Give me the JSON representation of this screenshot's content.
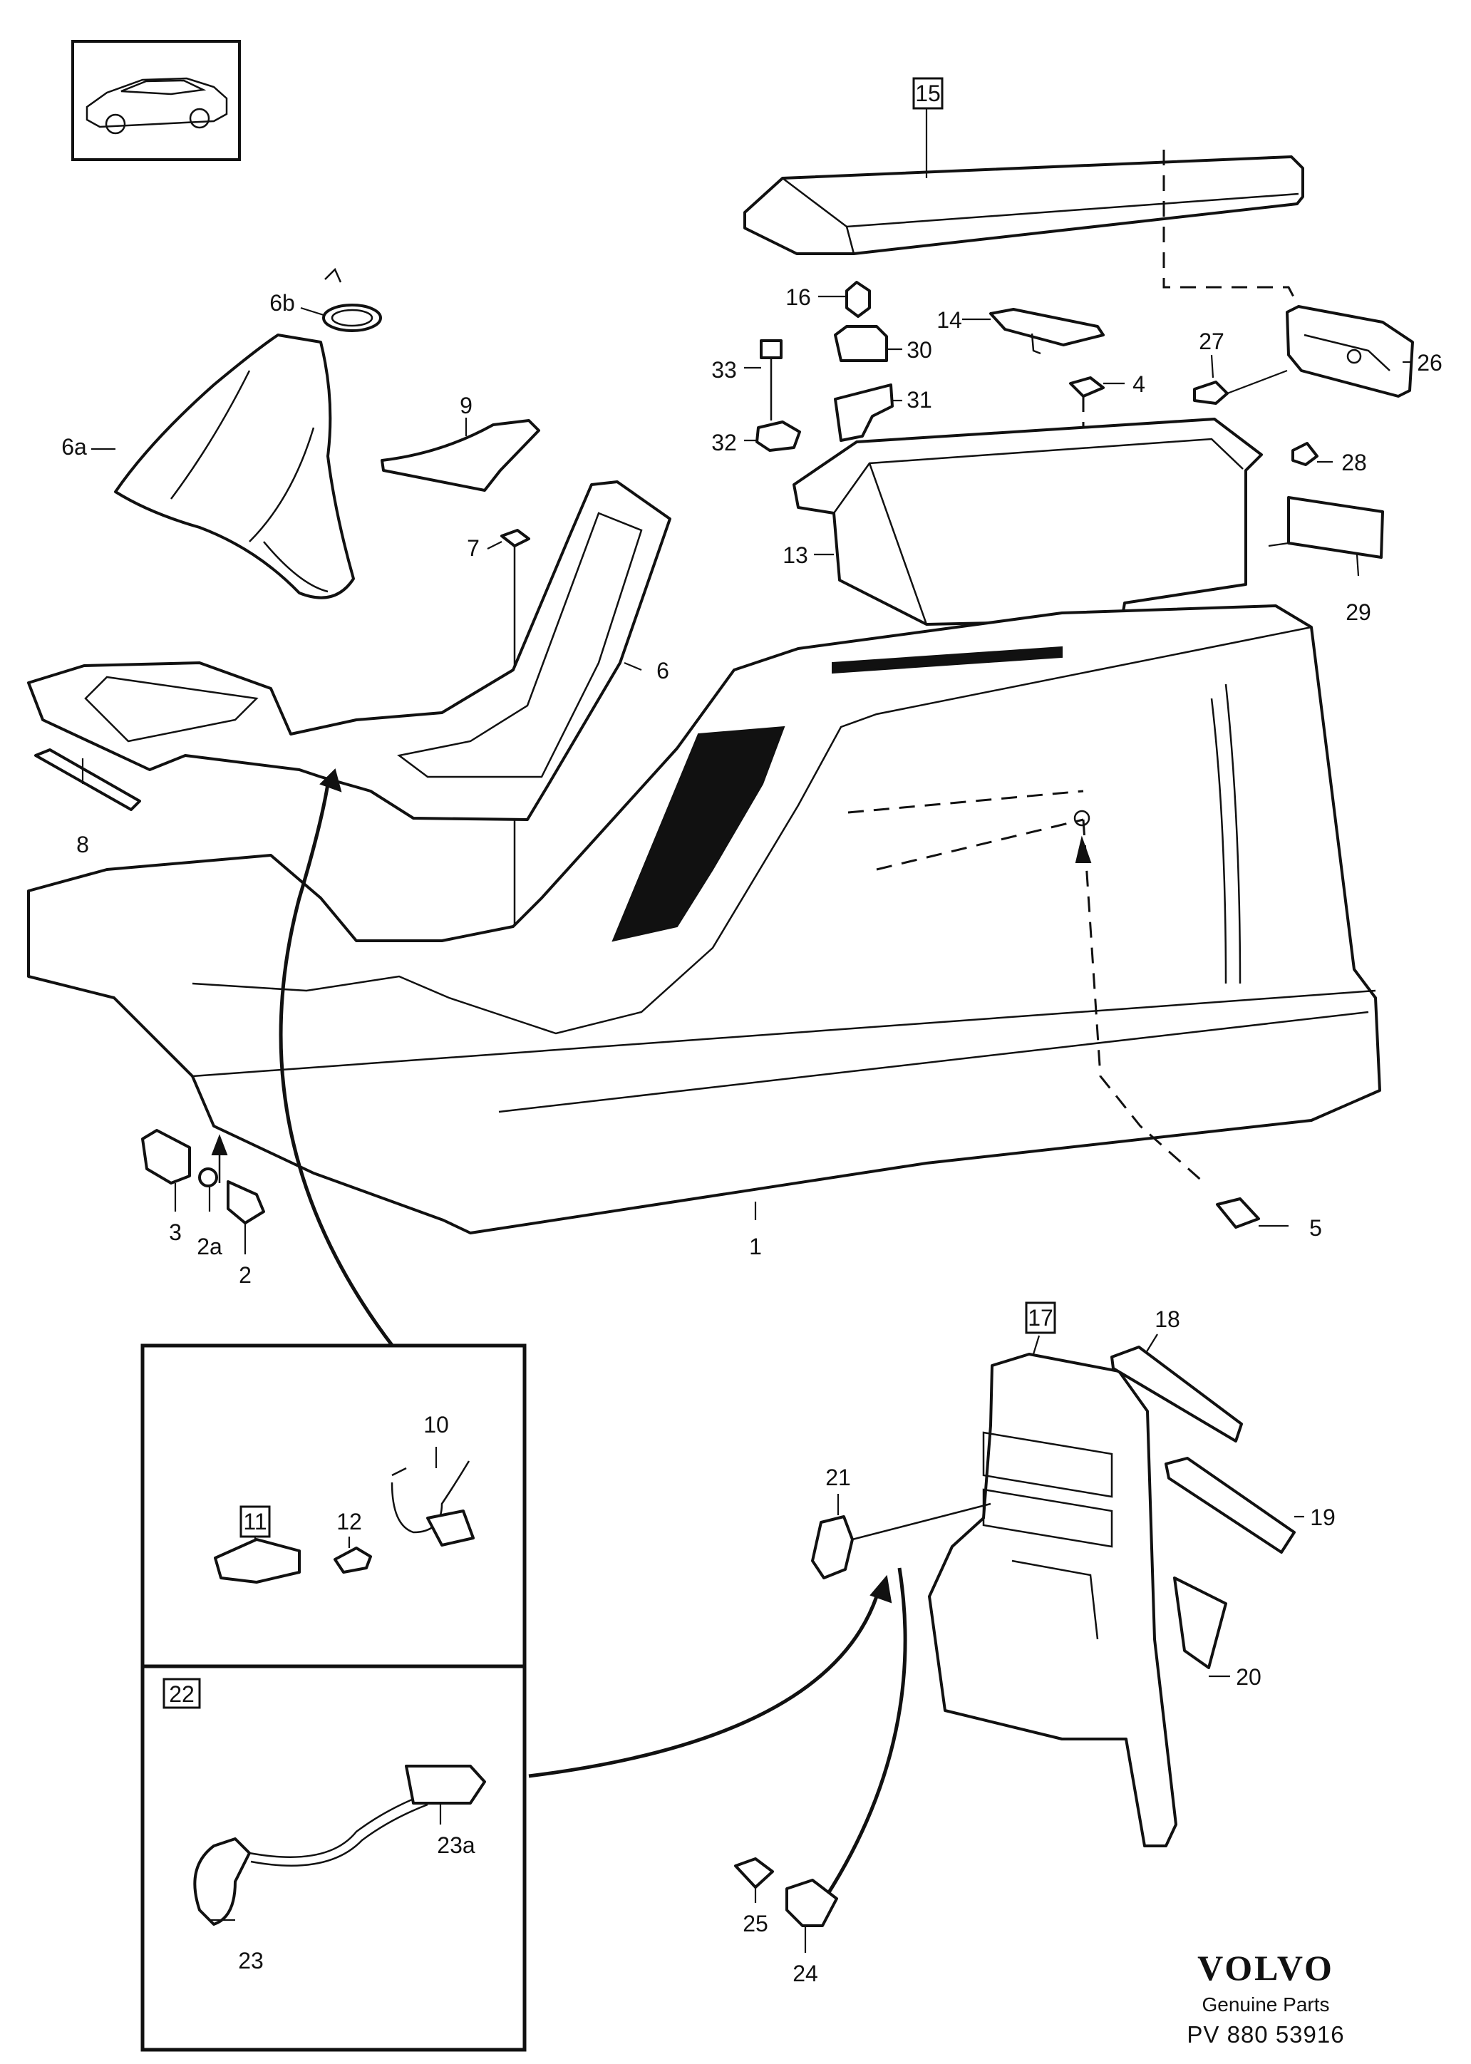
{
  "brand": {
    "name": "VOLVO",
    "tagline": "Genuine Parts",
    "code": "PV 880  53916"
  },
  "labels": {
    "p1": "1",
    "p2": "2",
    "p2a": "2a",
    "p3": "3",
    "p4": "4",
    "p5": "5",
    "p6": "6",
    "p6a": "6a",
    "p6b": "6b",
    "p7": "7",
    "p8": "8",
    "p9": "9",
    "p10": "10",
    "p11": "11",
    "p12": "12",
    "p13": "13",
    "p14": "14",
    "p15": "15",
    "p16": "16",
    "p17": "17",
    "p18": "18",
    "p19": "19",
    "p20": "20",
    "p21": "21",
    "p22": "22",
    "p23": "23",
    "p23a": "23a",
    "p24": "24",
    "p25": "25",
    "p26": "26",
    "p27": "27",
    "p28": "28",
    "p29": "29",
    "p30": "30",
    "p31": "31",
    "p32": "32",
    "p33": "33"
  }
}
